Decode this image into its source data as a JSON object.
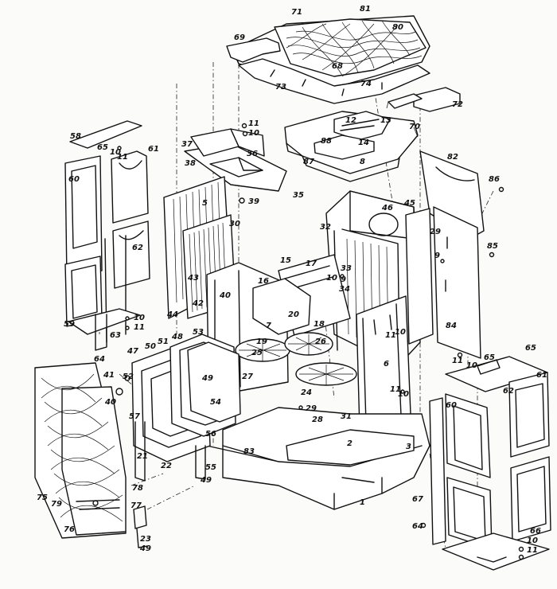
{
  "labels": [
    {
      "id": "81",
      "t": "81"
    },
    {
      "id": "71",
      "t": "71"
    },
    {
      "id": "80",
      "t": "80"
    },
    {
      "id": "69",
      "t": "69"
    },
    {
      "id": "68",
      "t": "68"
    },
    {
      "id": "73",
      "t": "73"
    },
    {
      "id": "74",
      "t": "74"
    },
    {
      "id": "72",
      "t": "72"
    },
    {
      "id": "70",
      "t": "70"
    },
    {
      "id": "12",
      "t": "12"
    },
    {
      "id": "13",
      "t": "13"
    },
    {
      "id": "88",
      "t": "88"
    },
    {
      "id": "14",
      "t": "14"
    },
    {
      "id": "87",
      "t": "87"
    },
    {
      "id": "8",
      "t": "8"
    },
    {
      "id": "82",
      "t": "82"
    },
    {
      "id": "11a",
      "t": "11"
    },
    {
      "id": "10a",
      "t": "10"
    },
    {
      "id": "37",
      "t": "37"
    },
    {
      "id": "36",
      "t": "36"
    },
    {
      "id": "38",
      "t": "38"
    },
    {
      "id": "35",
      "t": "35"
    },
    {
      "id": "39",
      "t": "39"
    },
    {
      "id": "58",
      "t": "58"
    },
    {
      "id": "65a",
      "t": "65"
    },
    {
      "id": "10b",
      "t": "10"
    },
    {
      "id": "11b",
      "t": "11"
    },
    {
      "id": "61a",
      "t": "61"
    },
    {
      "id": "60a",
      "t": "60"
    },
    {
      "id": "62a",
      "t": "62"
    },
    {
      "id": "59",
      "t": "59"
    },
    {
      "id": "63",
      "t": "63"
    },
    {
      "id": "10c",
      "t": "10"
    },
    {
      "id": "11c",
      "t": "11"
    },
    {
      "id": "64a",
      "t": "64"
    },
    {
      "id": "5",
      "t": "5"
    },
    {
      "id": "30",
      "t": "30"
    },
    {
      "id": "44",
      "t": "44"
    },
    {
      "id": "43",
      "t": "43"
    },
    {
      "id": "42",
      "t": "42"
    },
    {
      "id": "32",
      "t": "32"
    },
    {
      "id": "46",
      "t": "46"
    },
    {
      "id": "45",
      "t": "45"
    },
    {
      "id": "29a",
      "t": "29"
    },
    {
      "id": "86",
      "t": "86"
    },
    {
      "id": "85",
      "t": "85"
    },
    {
      "id": "9a",
      "t": "9"
    },
    {
      "id": "84",
      "t": "84"
    },
    {
      "id": "15",
      "t": "15"
    },
    {
      "id": "17",
      "t": "17"
    },
    {
      "id": "33",
      "t": "33"
    },
    {
      "id": "10d",
      "t": "10"
    },
    {
      "id": "9b",
      "t": "9"
    },
    {
      "id": "34",
      "t": "34"
    },
    {
      "id": "16",
      "t": "16"
    },
    {
      "id": "40a",
      "t": "40"
    },
    {
      "id": "7",
      "t": "7"
    },
    {
      "id": "20",
      "t": "20"
    },
    {
      "id": "18",
      "t": "18"
    },
    {
      "id": "26",
      "t": "26"
    },
    {
      "id": "19",
      "t": "19"
    },
    {
      "id": "25",
      "t": "25"
    },
    {
      "id": "11d",
      "t": "11"
    },
    {
      "id": "10e",
      "t": "10"
    },
    {
      "id": "6",
      "t": "6"
    },
    {
      "id": "53",
      "t": "53"
    },
    {
      "id": "48",
      "t": "48"
    },
    {
      "id": "51",
      "t": "51"
    },
    {
      "id": "50",
      "t": "50"
    },
    {
      "id": "47",
      "t": "47"
    },
    {
      "id": "41",
      "t": "41"
    },
    {
      "id": "52",
      "t": "52"
    },
    {
      "id": "40b",
      "t": "40"
    },
    {
      "id": "49a",
      "t": "49"
    },
    {
      "id": "27",
      "t": "27"
    },
    {
      "id": "54",
      "t": "54"
    },
    {
      "id": "24",
      "t": "24"
    },
    {
      "id": "11e",
      "t": "11"
    },
    {
      "id": "10f",
      "t": "10"
    },
    {
      "id": "29b",
      "t": "29"
    },
    {
      "id": "28",
      "t": "28"
    },
    {
      "id": "31",
      "t": "31"
    },
    {
      "id": "57",
      "t": "57"
    },
    {
      "id": "56",
      "t": "56"
    },
    {
      "id": "55",
      "t": "55"
    },
    {
      "id": "49b",
      "t": "49"
    },
    {
      "id": "21",
      "t": "21"
    },
    {
      "id": "22",
      "t": "22"
    },
    {
      "id": "83",
      "t": "83"
    },
    {
      "id": "2",
      "t": "2"
    },
    {
      "id": "3",
      "t": "3"
    },
    {
      "id": "1",
      "t": "1"
    },
    {
      "id": "75",
      "t": "75"
    },
    {
      "id": "76",
      "t": "76"
    },
    {
      "id": "78",
      "t": "78"
    },
    {
      "id": "79",
      "t": "79"
    },
    {
      "id": "77",
      "t": "77"
    },
    {
      "id": "23",
      "t": "23"
    },
    {
      "id": "49c",
      "t": "49"
    },
    {
      "id": "11f",
      "t": "11"
    },
    {
      "id": "10g",
      "t": "10"
    },
    {
      "id": "65b",
      "t": "65"
    },
    {
      "id": "65c",
      "t": "65"
    },
    {
      "id": "61b",
      "t": "61"
    },
    {
      "id": "62b",
      "t": "62"
    },
    {
      "id": "60b",
      "t": "60"
    },
    {
      "id": "67",
      "t": "67"
    },
    {
      "id": "64b",
      "t": "64"
    },
    {
      "id": "66",
      "t": "66"
    },
    {
      "id": "10h",
      "t": "10"
    },
    {
      "id": "11g",
      "t": "11"
    }
  ]
}
